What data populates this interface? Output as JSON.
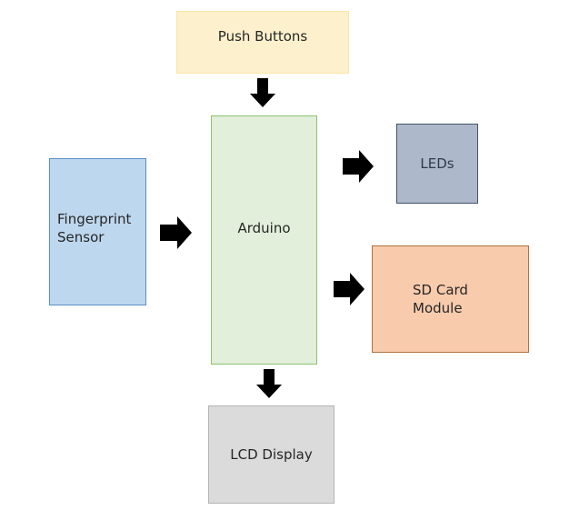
{
  "diagram": {
    "title": "Fingerprint Attendance System Block Diagram",
    "blocks": {
      "push_buttons": {
        "label": "Push Buttons",
        "fill": "#fdf1cd",
        "stroke": "#fbe5a4"
      },
      "fingerprint_sensor": {
        "label": "Fingerprint\nSensor",
        "line1": "Fingerprint",
        "line2": "Sensor",
        "fill": "#bdd7ee",
        "stroke": "#5b8fc7"
      },
      "arduino": {
        "label": "Arduino",
        "fill": "#e2efda",
        "stroke": "#8cc26c"
      },
      "leds": {
        "label": "LEDs",
        "fill": "#adb9ca",
        "stroke": "#44546a"
      },
      "sd_card_module": {
        "label": "SD Card\nModule",
        "line1": "SD Card",
        "line2": "Module",
        "fill": "#f8cbad",
        "stroke": "#b0703f"
      },
      "lcd_display": {
        "label": "LCD Display",
        "fill": "#dbdbdb",
        "stroke": "#b4b4b4"
      }
    },
    "connections": [
      {
        "from": "Push Buttons",
        "to": "Arduino",
        "direction": "down"
      },
      {
        "from": "Fingerprint Sensor",
        "to": "Arduino",
        "direction": "right"
      },
      {
        "from": "Arduino",
        "to": "LEDs",
        "direction": "right"
      },
      {
        "from": "Arduino",
        "to": "SD Card Module",
        "direction": "right"
      },
      {
        "from": "Arduino",
        "to": "LCD Display",
        "direction": "down"
      }
    ],
    "arrow_color": "#000000"
  }
}
